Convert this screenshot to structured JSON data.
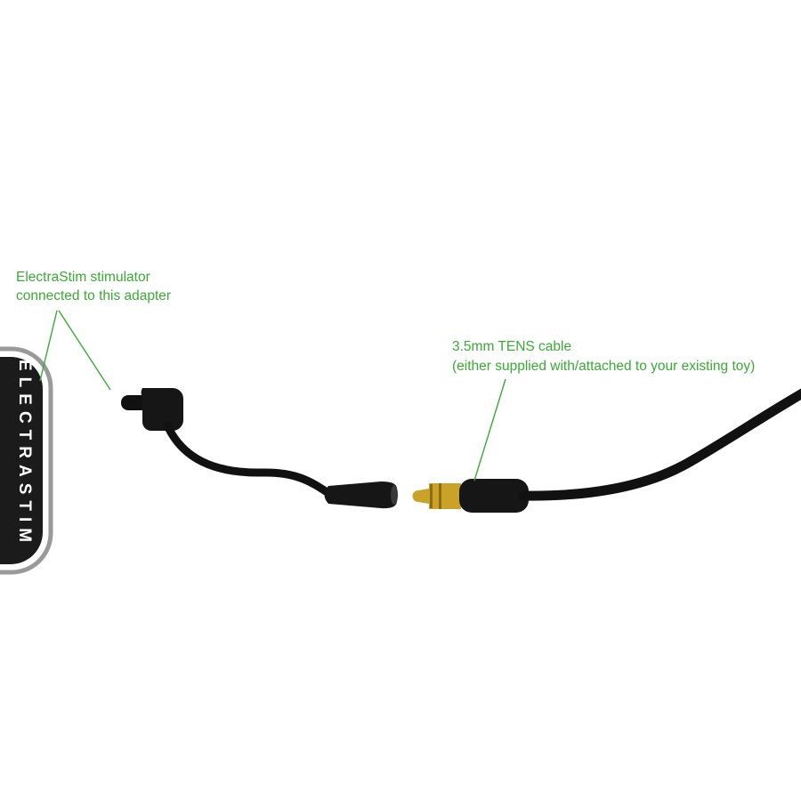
{
  "page": {
    "background_color": "#ffffff"
  },
  "device": {
    "label": "ELECTRASTIM",
    "body_color": "#1b1b1b",
    "outline_color": "#9a9a9a",
    "label_color": "#ffffff"
  },
  "annotations": {
    "left": {
      "line1": "ElectraStim stimulator",
      "line2": "connected to this adapter",
      "color": "#3aaa35"
    },
    "right": {
      "line1": "3.5mm TENS cable",
      "line2": "(either supplied  with/attached to your existing toy)",
      "color": "#3aaa35"
    }
  },
  "diagram": {
    "cable_color": "#111111",
    "plug_body_color": "#161616",
    "plug_tip_color": "#c9a227",
    "plug_tip_shadow": "#8a6d14"
  }
}
